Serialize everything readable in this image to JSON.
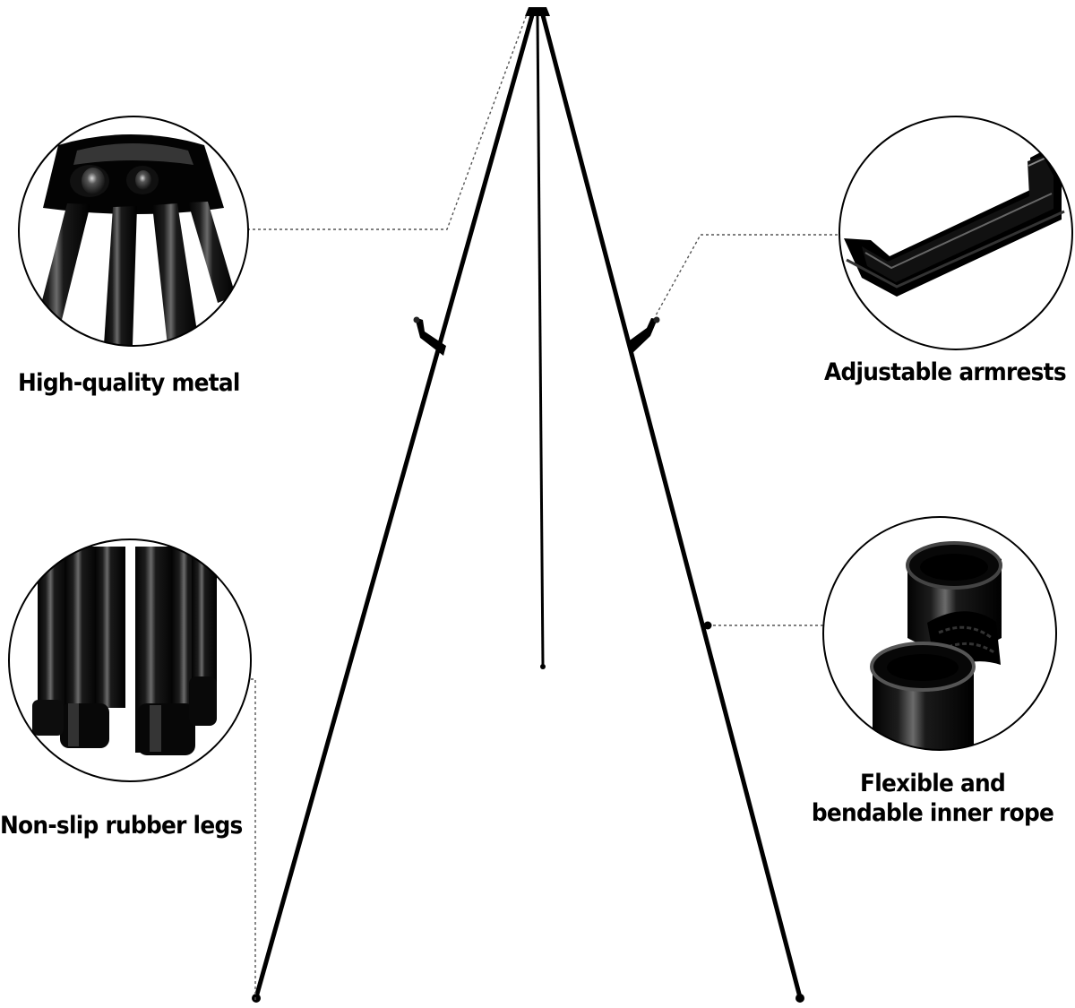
{
  "features": {
    "top_left": {
      "label": "High-quality metal",
      "icon": "metal-joint-closeup"
    },
    "top_right": {
      "label": "Adjustable armrests",
      "icon": "armrest-closeup"
    },
    "bottom_left": {
      "label": "Non-slip rubber legs",
      "icon": "rubber-feet-closeup"
    },
    "bottom_right": {
      "label": "Flexible and bendable inner rope",
      "icon": "inner-rope-closeup"
    }
  },
  "colors": {
    "background": "#ffffff",
    "metal": "#050505",
    "highlight": "#7a7a7a",
    "circle_border": "#000000"
  }
}
